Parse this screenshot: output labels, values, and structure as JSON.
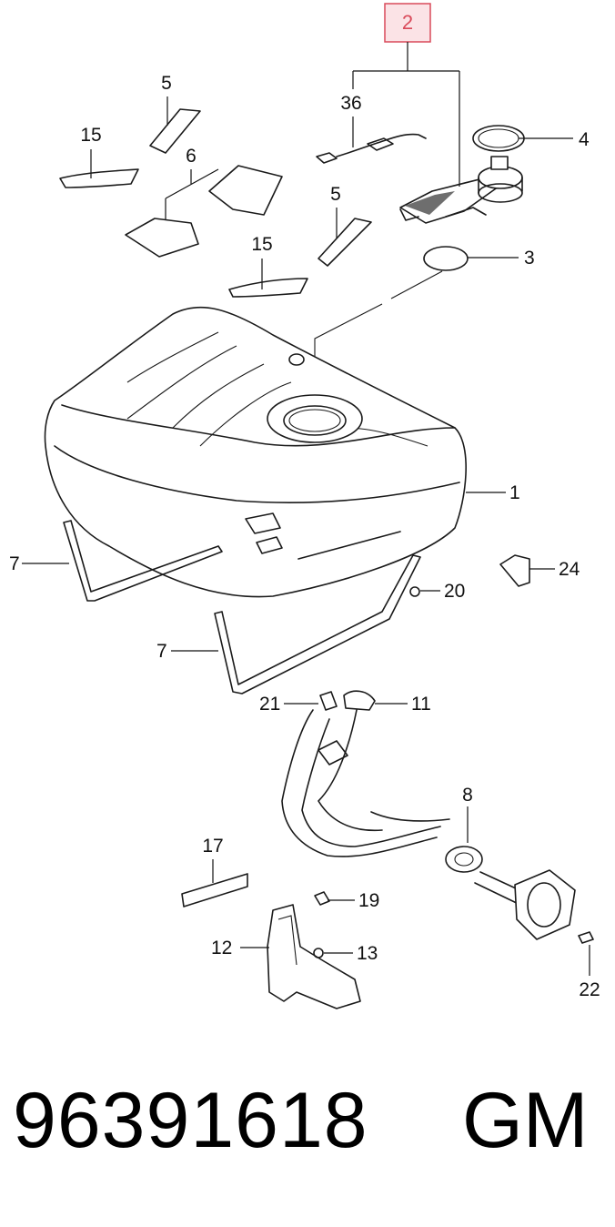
{
  "diagram": {
    "highlight_color": "#d94a5a",
    "callouts": {
      "c2": "2",
      "c36": "36",
      "c4": "4",
      "c3": "3",
      "c5a": "5",
      "c5b": "5",
      "c15a": "15",
      "c15b": "15",
      "c6": "6",
      "c1": "1",
      "c7a": "7",
      "c7b": "7",
      "c24": "24",
      "c20": "20",
      "c21": "21",
      "c11": "11",
      "c8": "8",
      "c17": "17",
      "c19": "19",
      "c12": "12",
      "c13": "13",
      "c22": "22"
    }
  },
  "footer": {
    "part_number": "96391618",
    "brand": "GM"
  }
}
